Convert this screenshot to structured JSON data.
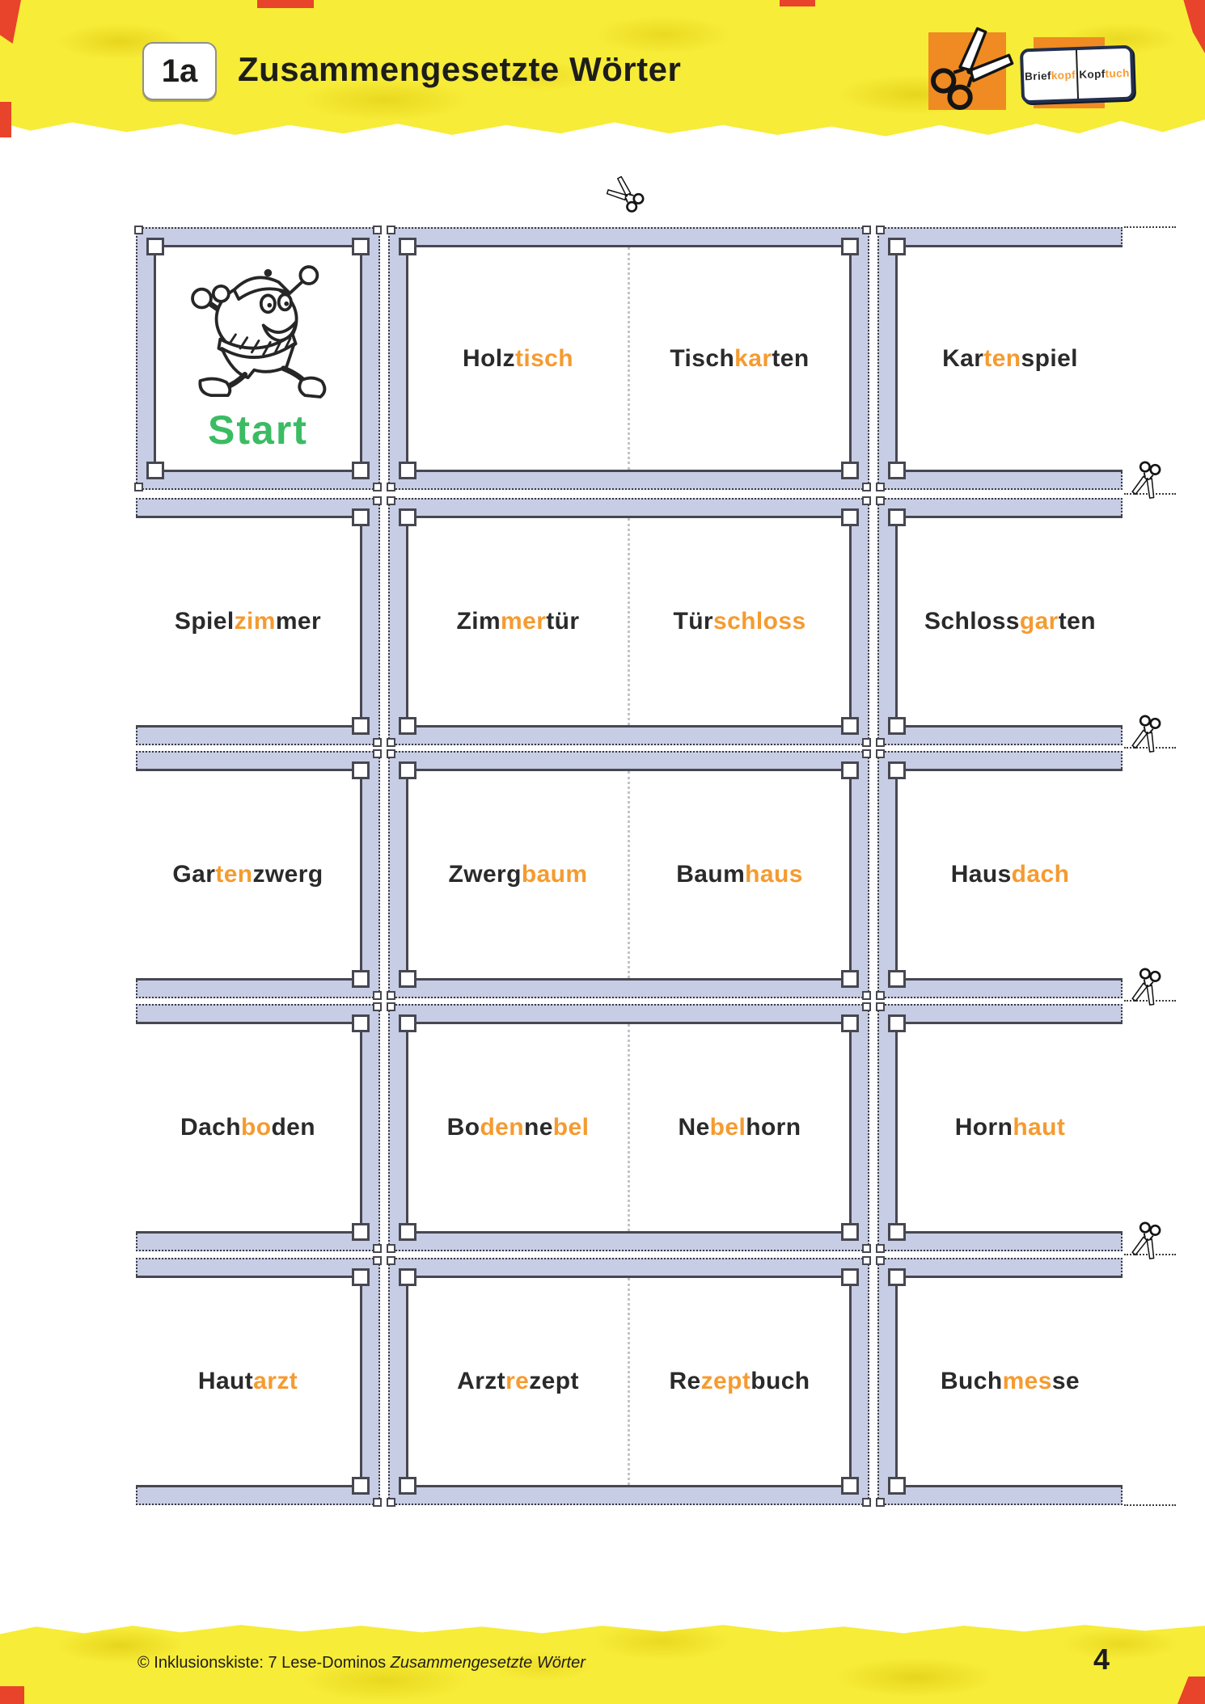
{
  "header": {
    "badge": "1a",
    "title": "Zusammengesetzte Wörter",
    "logo_left": [
      {
        "t": "Brief",
        "c": "k"
      },
      {
        "t": "kopf",
        "c": "o"
      }
    ],
    "logo_right": [
      {
        "t": "Kopf",
        "c": "k"
      },
      {
        "t": "tuch",
        "c": "o"
      }
    ]
  },
  "start": {
    "label": "Start"
  },
  "dominoes": {
    "r1": {
      "m1": [
        {
          "t": "Holz",
          "c": "k"
        },
        {
          "t": "tisch",
          "c": "o"
        }
      ],
      "m2": [
        {
          "t": "Tisch",
          "c": "k"
        },
        {
          "t": "kar",
          "c": "o"
        },
        {
          "t": "ten",
          "c": "k"
        }
      ],
      "r": [
        {
          "t": "Kar",
          "c": "k"
        },
        {
          "t": "ten",
          "c": "o"
        },
        {
          "t": "spiel",
          "c": "k"
        }
      ]
    },
    "r2": {
      "l": [
        {
          "t": "Spiel",
          "c": "k"
        },
        {
          "t": "zim",
          "c": "o"
        },
        {
          "t": "mer",
          "c": "k"
        }
      ],
      "m1": [
        {
          "t": "Zim",
          "c": "k"
        },
        {
          "t": "mer",
          "c": "o"
        },
        {
          "t": "tür",
          "c": "k"
        }
      ],
      "m2": [
        {
          "t": "Tür",
          "c": "k"
        },
        {
          "t": "schloss",
          "c": "o"
        }
      ],
      "r": [
        {
          "t": "Schloss",
          "c": "k"
        },
        {
          "t": "gar",
          "c": "o"
        },
        {
          "t": "ten",
          "c": "k"
        }
      ]
    },
    "r3": {
      "l": [
        {
          "t": "Gar",
          "c": "k"
        },
        {
          "t": "ten",
          "c": "o"
        },
        {
          "t": "zwerg",
          "c": "k"
        }
      ],
      "m1": [
        {
          "t": "Zwerg",
          "c": "k"
        },
        {
          "t": "baum",
          "c": "o"
        }
      ],
      "m2": [
        {
          "t": "Baum",
          "c": "k"
        },
        {
          "t": "haus",
          "c": "o"
        }
      ],
      "r": [
        {
          "t": "Haus",
          "c": "k"
        },
        {
          "t": "dach",
          "c": "o"
        }
      ]
    },
    "r4": {
      "l": [
        {
          "t": "Dach",
          "c": "k"
        },
        {
          "t": "bo",
          "c": "o"
        },
        {
          "t": "den",
          "c": "k"
        }
      ],
      "m1": [
        {
          "t": "Bo",
          "c": "k"
        },
        {
          "t": "den",
          "c": "o"
        },
        {
          "t": "ne",
          "c": "k"
        },
        {
          "t": "bel",
          "c": "o"
        }
      ],
      "m2": [
        {
          "t": "Ne",
          "c": "k"
        },
        {
          "t": "bel",
          "c": "o"
        },
        {
          "t": "horn",
          "c": "k"
        }
      ],
      "r": [
        {
          "t": "Horn",
          "c": "k"
        },
        {
          "t": "haut",
          "c": "o"
        }
      ]
    },
    "r5": {
      "l": [
        {
          "t": "Haut",
          "c": "k"
        },
        {
          "t": "arzt",
          "c": "o"
        }
      ],
      "m1": [
        {
          "t": "Arzt",
          "c": "k"
        },
        {
          "t": "re",
          "c": "o"
        },
        {
          "t": "zept",
          "c": "k"
        }
      ],
      "m2": [
        {
          "t": "Re",
          "c": "k"
        },
        {
          "t": "zept",
          "c": "o"
        },
        {
          "t": "buch",
          "c": "k"
        }
      ],
      "r": [
        {
          "t": "Buch",
          "c": "k"
        },
        {
          "t": "mes",
          "c": "o"
        },
        {
          "t": "se",
          "c": "k"
        }
      ]
    }
  },
  "footer": {
    "copyright": "© Inklusionskiste: 7 Lese-Dominos",
    "series": "Zusammengesetzte Wörter",
    "page": "4"
  },
  "icons": {
    "header_scissors": "scissors-icon",
    "cut_scissors": "scissors-icon",
    "start_figure": "running-character"
  },
  "colors": {
    "accent_orange": "#f59b30",
    "band_yellow": "#f7ec38",
    "card_lavender": "#c8cde6",
    "frame_dark": "#474751",
    "start_green": "#3bbc63",
    "logo_square_orange": "#ef8b22",
    "tear_red": "#e8432b"
  }
}
